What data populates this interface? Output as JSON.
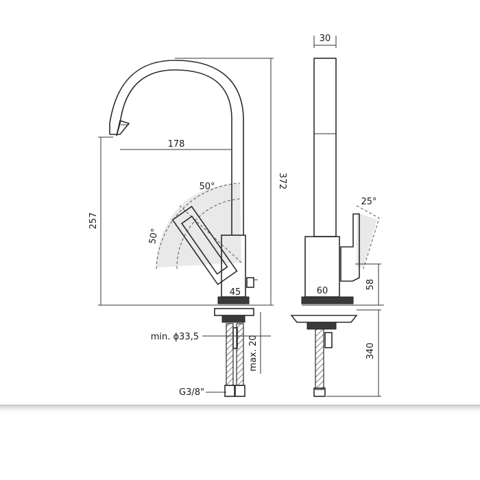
{
  "dimensions": {
    "top_width": "30",
    "spout_reach": "178",
    "total_height": "372",
    "spout_height": "257",
    "handle_angle_top": "50°",
    "handle_angle_left": "50°",
    "side_angle": "25°",
    "front_base_width": "45",
    "side_base_width": "60",
    "base_height": "58",
    "hole_diameter": "min. ϕ33,5",
    "max_thickness": "max. 20",
    "hose_length": "340",
    "connection_thread": "G3/8\""
  },
  "colors": {
    "line": "#2a2a2a",
    "shading": "#e9e9e9",
    "floor_shadow": "#cfcfcf"
  }
}
